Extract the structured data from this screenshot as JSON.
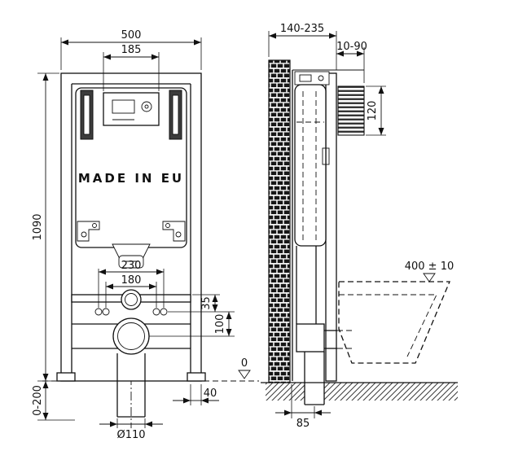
{
  "drawing": {
    "front": {
      "stamp": "MADE IN EU",
      "dim_width": "500",
      "dim_plate_width": "185",
      "dim_height": "1090",
      "dim_leg_adjust": "0-200",
      "dim_fixing_outer": "230",
      "dim_fixing_inner": "180",
      "dim_offset_small": "35",
      "dim_offset_large": "100",
      "dim_rail_width": "40",
      "dim_drain_diameter": "Ø110"
    },
    "side": {
      "dim_depth_range": "140-235",
      "dim_plate_depth_range": "10-90",
      "dim_plate_height": "120",
      "dim_bowl_height": "400 ± 10",
      "dim_floor_level": "0",
      "dim_drain_offset": "85"
    }
  }
}
